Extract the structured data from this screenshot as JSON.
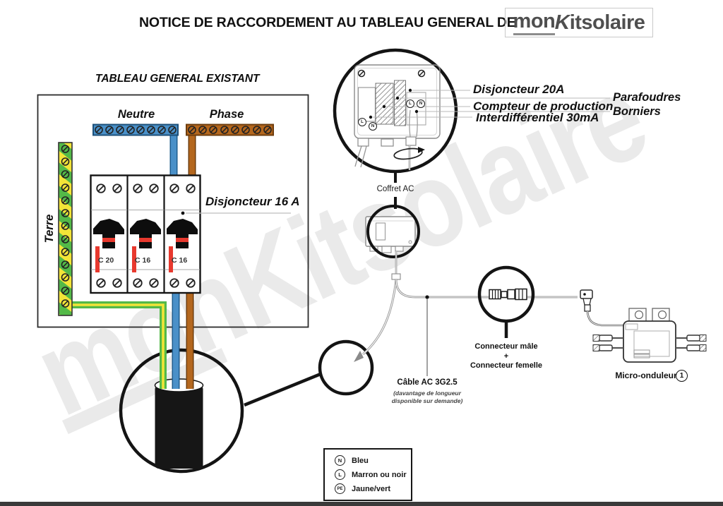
{
  "header": {
    "title": "NOTICE DE RACCORDEMENT AU TABLEAU GENERAL DE",
    "logo": {
      "prefix": "mon",
      "k": "K",
      "suffix": "itsolaire"
    }
  },
  "watermark": "monKitsolaire",
  "panel": {
    "title": "TABLEAU GENERAL EXISTANT",
    "bus_labels": {
      "neutral": "Neutre",
      "phase": "Phase",
      "earth": "Terre"
    },
    "breakers": [
      {
        "rating": "C 20"
      },
      {
        "rating": "C 16"
      },
      {
        "rating": "C 16"
      }
    ],
    "callout": "Disjoncteur 16 A"
  },
  "coffret": {
    "label": "Coffret AC",
    "callouts": [
      "Disjoncteur 20A",
      "Compteur de production",
      "Interdifférentiel 30mA"
    ],
    "side_callouts": [
      "Parafoudres",
      "Borniers"
    ],
    "terminals": [
      "L",
      "N",
      "L",
      "N"
    ]
  },
  "cable": {
    "label": "Câble AC 3G2.5",
    "note_line1": "(davantage de longueur",
    "note_line2": "disponible sur demande)"
  },
  "connector": {
    "male": "Connecteur mâle",
    "plus": "+",
    "female": "Connecteur femelle"
  },
  "inverter": {
    "label": "Micro-onduleur",
    "badge": "1"
  },
  "legend": {
    "items": [
      {
        "symbol": "N",
        "label": "Bleu"
      },
      {
        "symbol": "L",
        "label": "Marron ou noir"
      },
      {
        "symbol": "PE",
        "label": "Jaune/vert"
      }
    ]
  },
  "colors": {
    "neutral_blue": "#4a90c8",
    "phase_brown": "#b4671e",
    "earth_green": "#53b948",
    "earth_yellow": "#f2e438",
    "indicator_red": "#e8392e"
  }
}
